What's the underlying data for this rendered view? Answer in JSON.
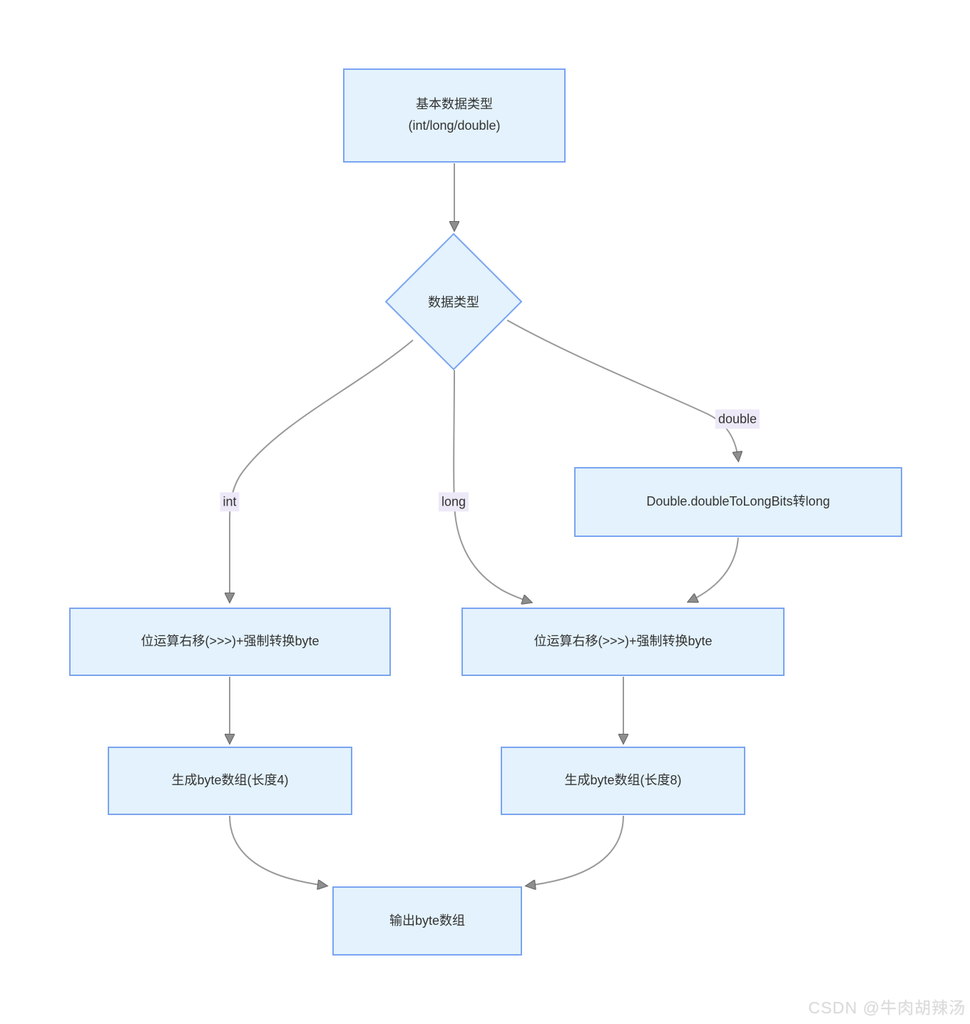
{
  "diagram": {
    "nodes": {
      "start": {
        "line1": "基本数据类型",
        "line2": "(int/long/double)"
      },
      "decision": {
        "label": "数据类型"
      },
      "double_convert": {
        "label": "Double.doubleToLongBits转long"
      },
      "shift_int": {
        "label": "位运算右移(>>>)+强制转换byte"
      },
      "shift_long": {
        "label": "位运算右移(>>>)+强制转换byte"
      },
      "bytes4": {
        "label": "生成byte数组(长度4)"
      },
      "bytes8": {
        "label": "生成byte数组(长度8)"
      },
      "output": {
        "label": "输出byte数组"
      }
    },
    "edge_labels": {
      "int": "int",
      "long": "long",
      "double": "double"
    },
    "colors": {
      "node_fill": "#e3f2fc",
      "node_border": "#7aa4f0",
      "edge_line": "#999999",
      "arrowhead": "#8e8e8e",
      "edge_label_bg": "#ede9f8",
      "text": "#333333"
    }
  },
  "watermark": {
    "text": "CSDN @牛肉胡辣汤"
  }
}
